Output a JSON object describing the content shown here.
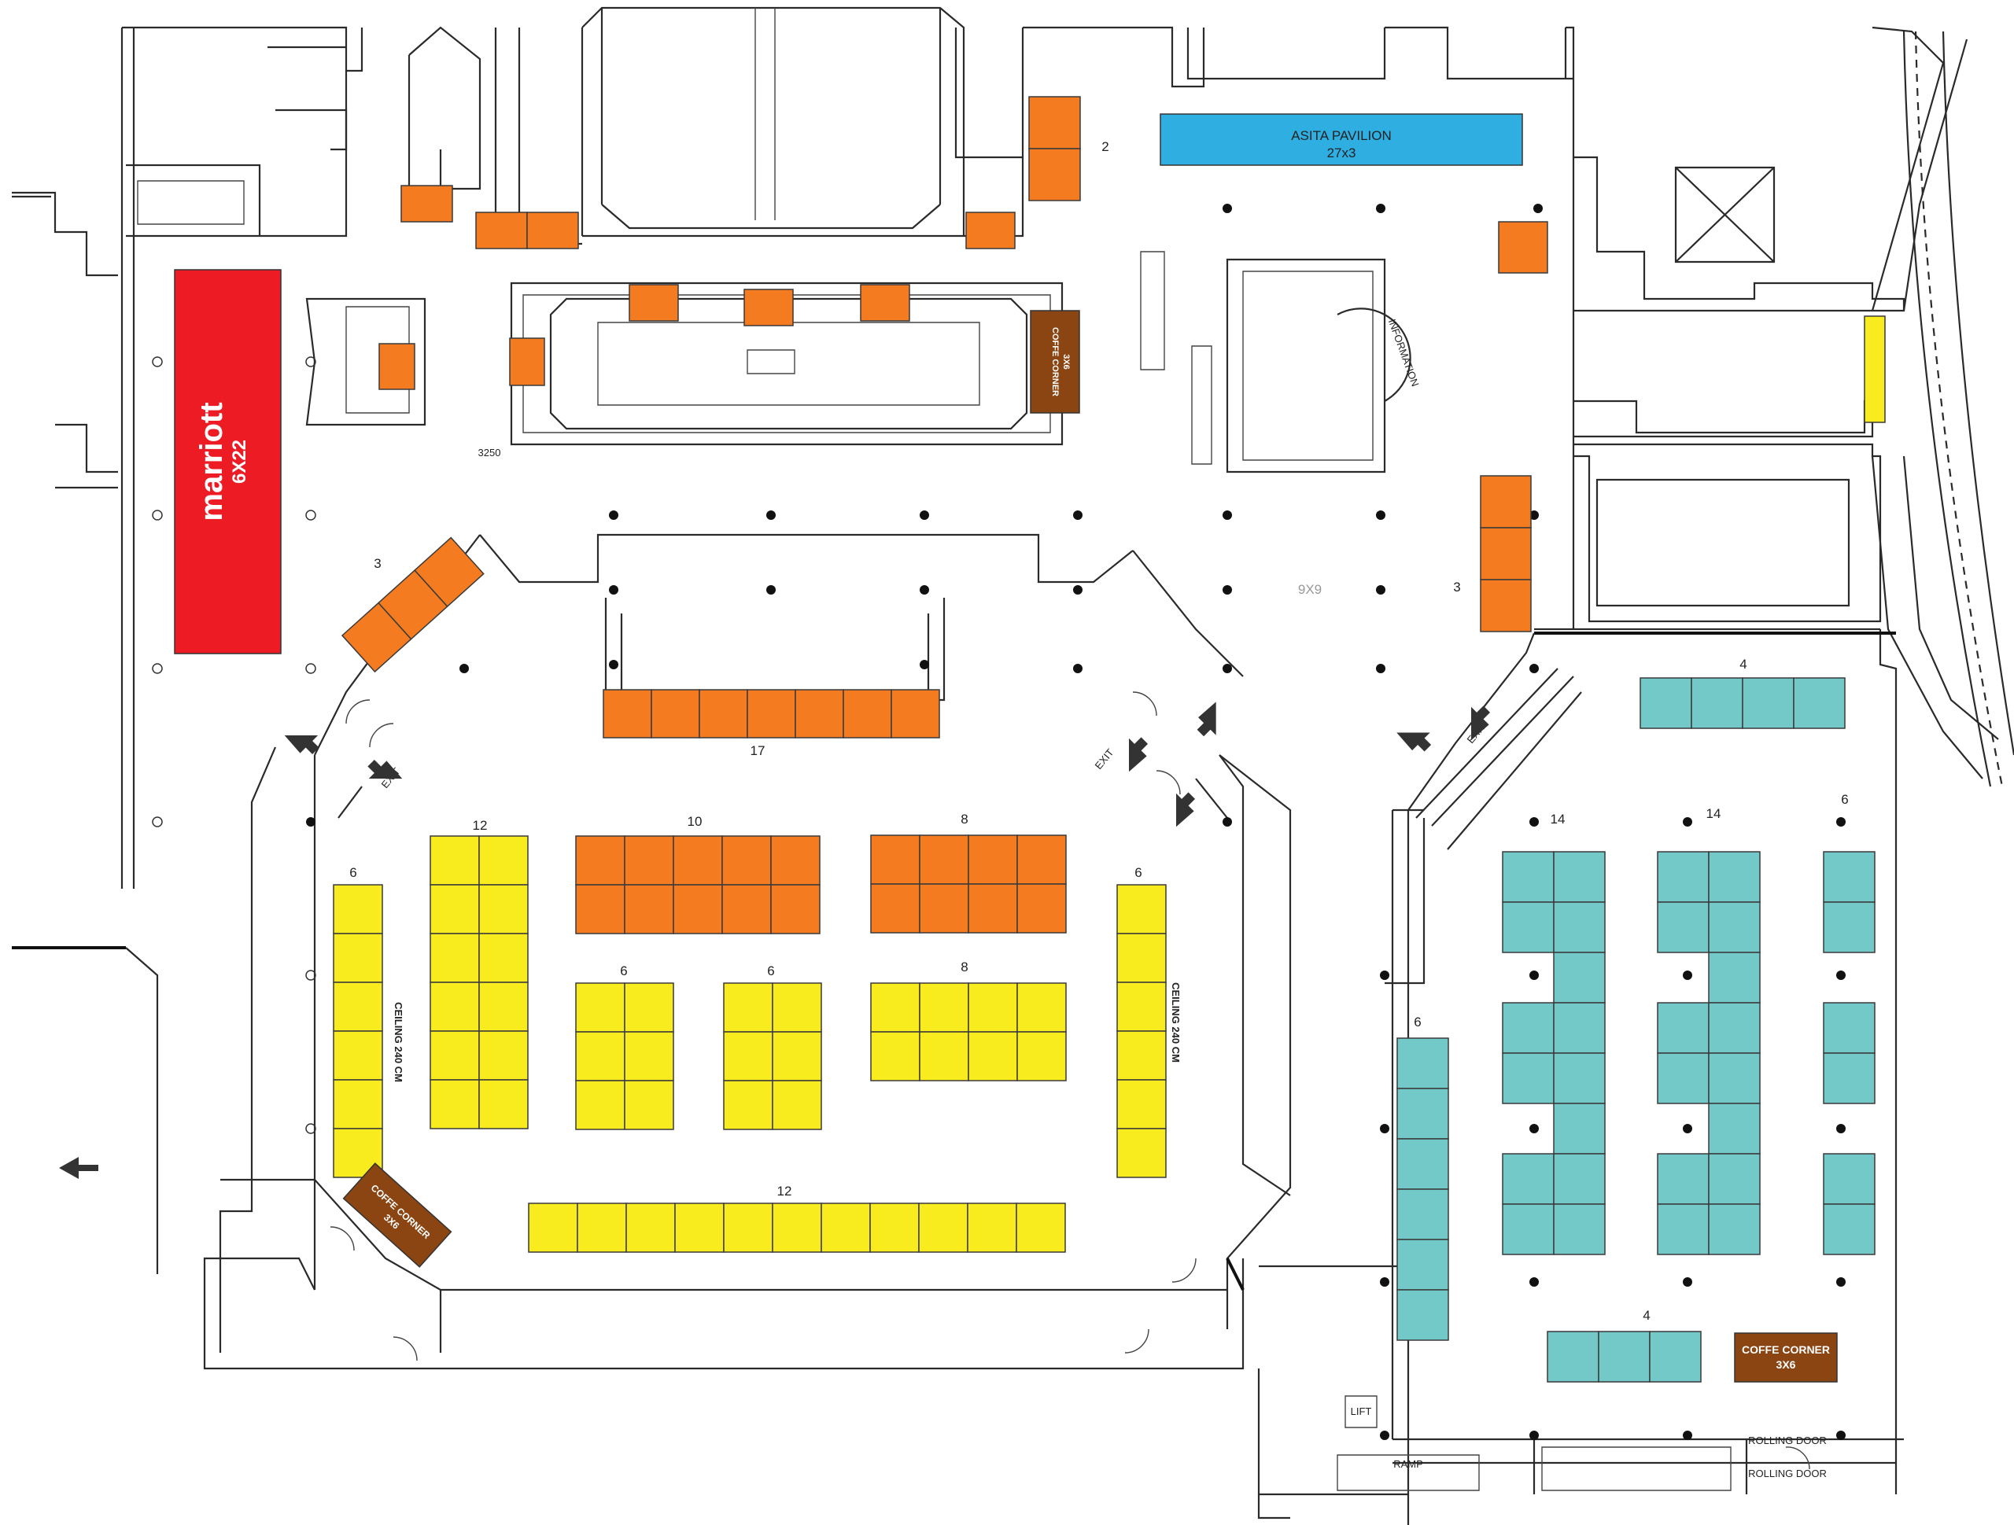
{
  "colors": {
    "orange": "#F47B20",
    "yellow": "#F8EC1E",
    "teal": "#73C9C8",
    "brown": "#8B4513",
    "red": "#ED1C24",
    "blue": "#2FAEE2"
  },
  "labels": {
    "marriott_name": "marriott",
    "marriott_size": "6X22",
    "asita_name": "ASITA PAVILION",
    "asita_size": "27x3",
    "coffee_corner": "COFFE CORNER",
    "coffee_size": "3X6",
    "hall_size": "9X9",
    "ceiling_note": "CEILING 240 CM",
    "dimension_note": "3250",
    "lift": "LIFT",
    "ramp": "RAMP",
    "rolling_door": "ROLLING DOOR",
    "exit": "EXIT",
    "information": "INFORMATION"
  },
  "counts": {
    "top_orange_2": "2",
    "left_orange_3": "3",
    "right_orange_3": "3",
    "row_17": "17",
    "block_12_left": "12",
    "block_10": "10",
    "block_8_top": "8",
    "block_6_left": "6",
    "block_6_right": "6",
    "block_6_mid_a": "6",
    "block_6_mid_b": "6",
    "block_8_mid": "8",
    "row_12_bottom": "12",
    "teal_4_top": "4",
    "teal_14_a": "14",
    "teal_14_b": "14",
    "teal_6_right": "6",
    "teal_6_left": "6",
    "teal_4_bottom": "4"
  }
}
